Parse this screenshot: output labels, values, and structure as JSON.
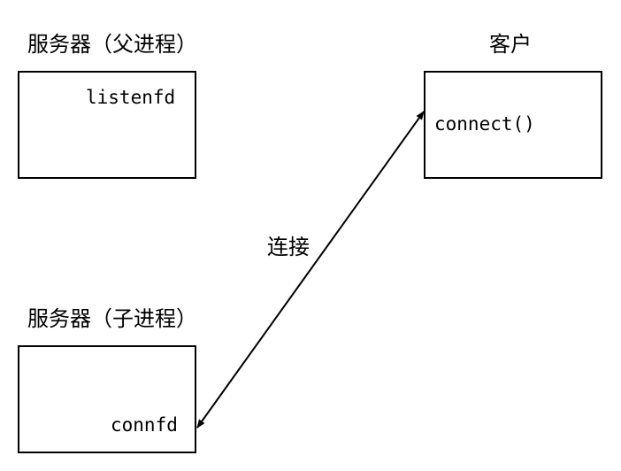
{
  "parent_server": {
    "title": "服务器（父进程）",
    "descriptor": "listenfd"
  },
  "client": {
    "title": "客户",
    "call": "connect()"
  },
  "child_server": {
    "title": "服务器（子进程）",
    "descriptor": "connfd"
  },
  "connection": {
    "label": "连接",
    "style": "double-headed-arrow",
    "color": "#000000"
  }
}
